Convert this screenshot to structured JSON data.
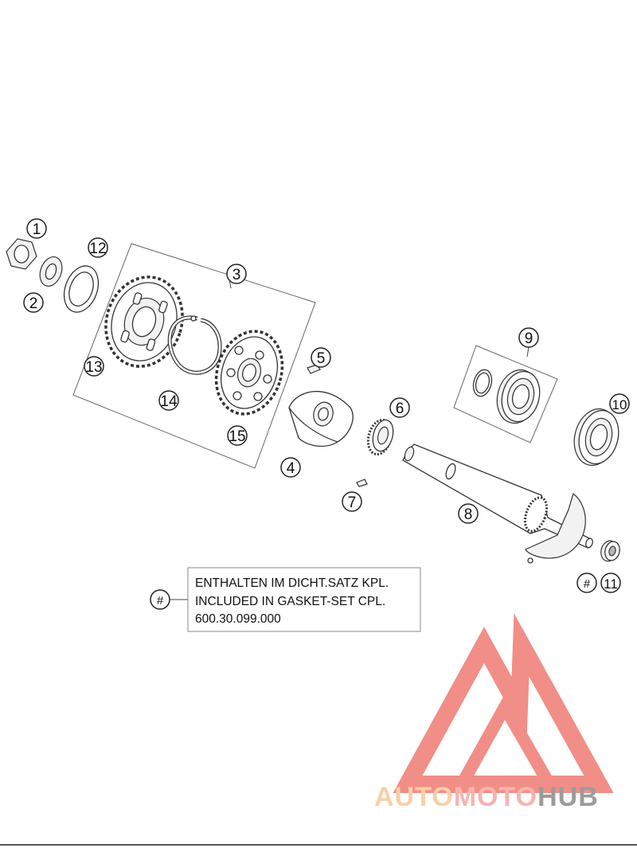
{
  "callouts": {
    "c1": "1",
    "c2": "2",
    "c3": "3",
    "c4": "4",
    "c5": "5",
    "c6": "6",
    "c7": "7",
    "c8": "8",
    "c9": "9",
    "c10": "10",
    "c11": "11",
    "c12": "12",
    "c13": "13",
    "c14": "14",
    "c15": "15",
    "hash": "#",
    "hash_note": "#"
  },
  "note": {
    "line1": "ENTHALTEN IM DICHT.SATZ KPL.",
    "line2": "INCLUDED IN GASKET-SET CPL.",
    "line3": "600.30.099.000"
  },
  "watermark": {
    "text_part1": "AUTO",
    "text_part2": "MOTO",
    "text_part3": "HUB",
    "color_auto": "#f7c79a",
    "color_moto": "#f4a8a0",
    "color_hub": "#8a8a8a",
    "logo_color": "#ef7b73"
  }
}
